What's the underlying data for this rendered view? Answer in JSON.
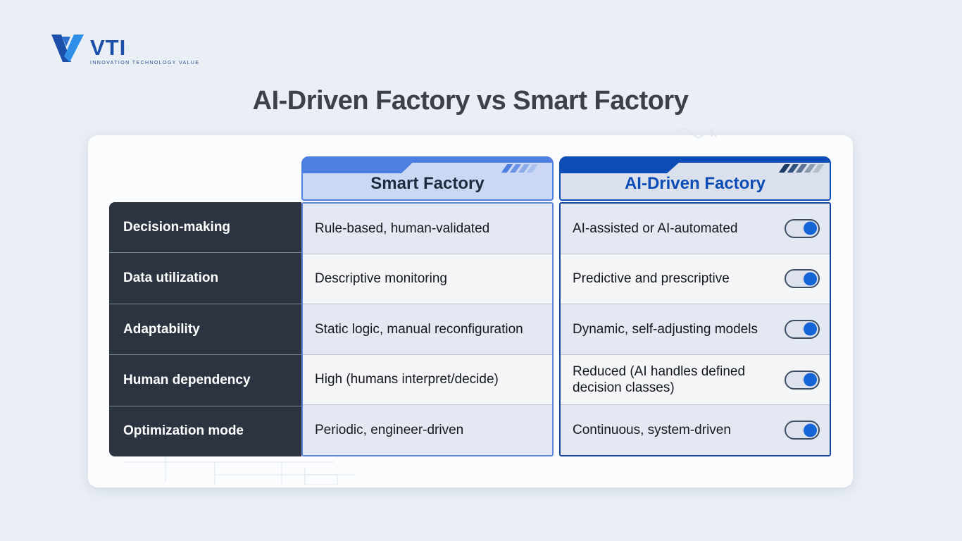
{
  "logo": {
    "name": "VTI",
    "tagline": "INNOVATION TECHNOLOGY VALUE"
  },
  "title": "AI-Driven Factory vs Smart Factory",
  "comparison": {
    "row_labels": [
      "Decision-making",
      "Data utilization",
      "Adaptability",
      "Human dependency",
      "Optimization mode"
    ],
    "smart": {
      "header": "Smart Factory",
      "cells": [
        "Rule-based, human-validated",
        "Descriptive monitoring",
        "Static logic, manual reconfiguration",
        "High (humans interpret/decide)",
        "Periodic, engineer-driven"
      ]
    },
    "ai": {
      "header": "AI-Driven Factory",
      "cells": [
        "AI-assisted or AI-automated",
        "Predictive and prescriptive",
        "Dynamic, self-adjusting models",
        "Reduced (AI handles defined decision classes)",
        "Continuous, system-driven"
      ],
      "toggle_states": [
        "on",
        "on",
        "on",
        "on",
        "on"
      ]
    }
  },
  "colors": {
    "page_background": "#eaeff5",
    "card_background": "#fbfcfe",
    "smart_accent": "#4d7fe3",
    "ai_accent": "#0c4cb5",
    "label_panel": "#2b3440",
    "toggle_knob": "#1565d6",
    "title_text": "#3b4147"
  }
}
